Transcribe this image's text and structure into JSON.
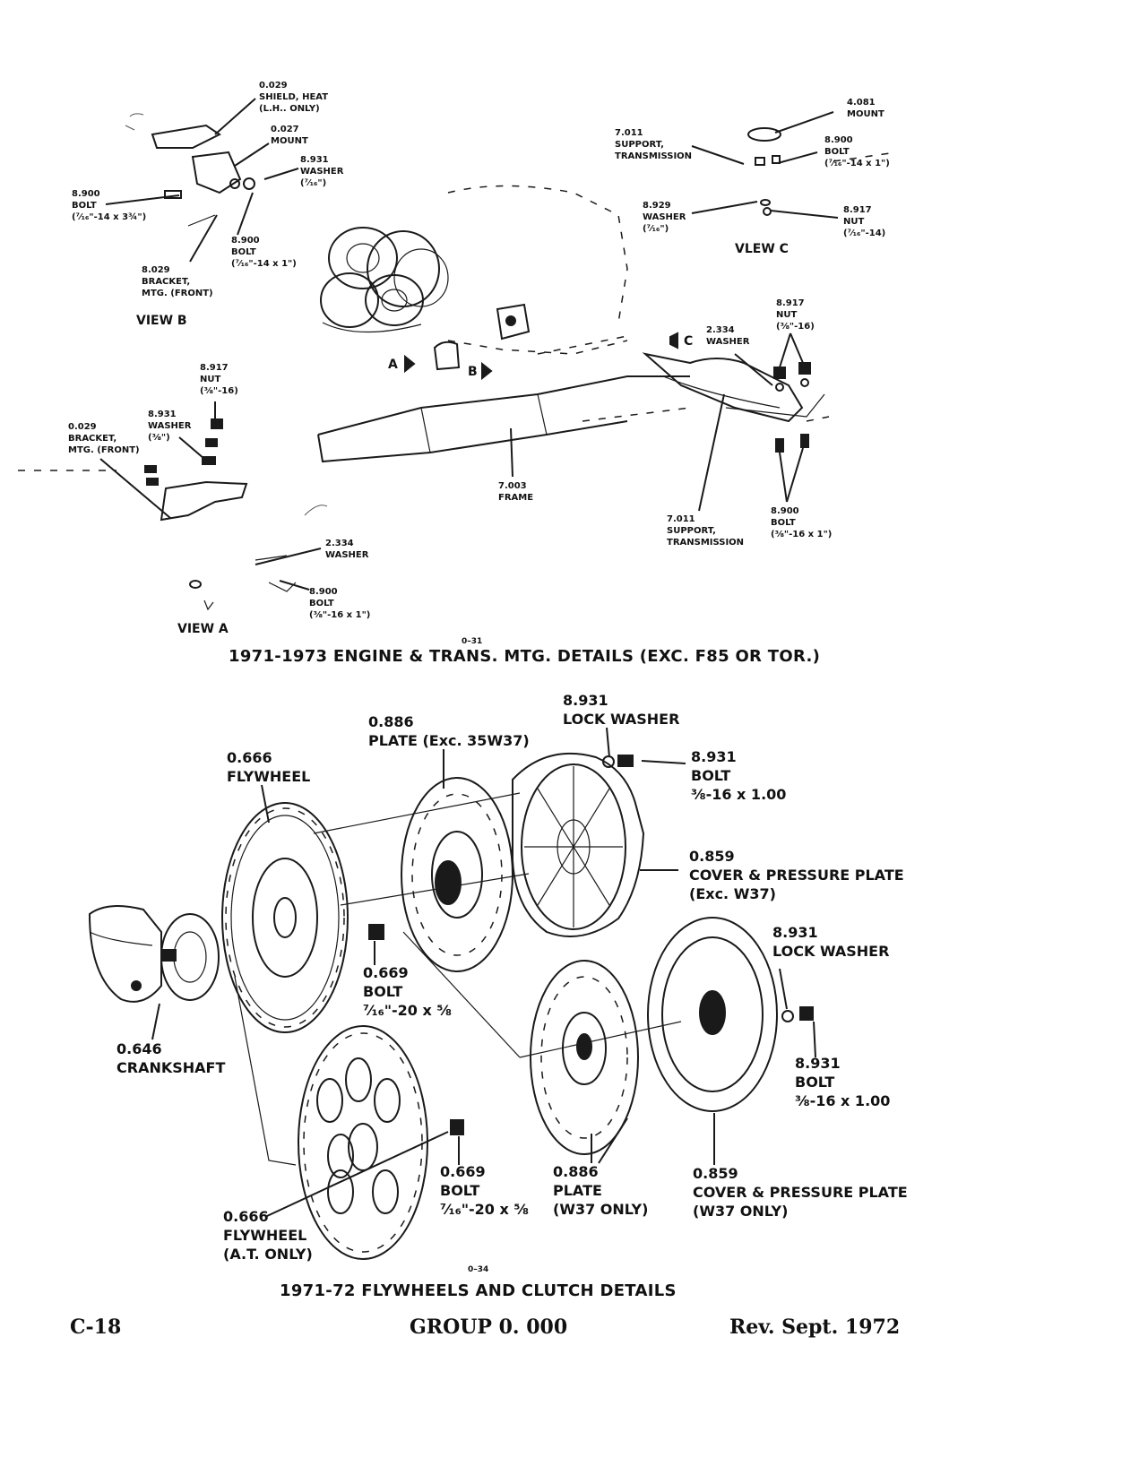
{
  "top_figure": {
    "labels": {
      "shield_heat": "0.029\nSHIELD, HEAT\n(L.H.. ONLY)",
      "mount_b": "0.027\nMOUNT",
      "washer_b": "8.931\nWASHER\n(⁷⁄₁₆\")",
      "bolt_b_long": "8.900\nBOLT\n(⁷⁄₁₆\"-14 x 3¾\")",
      "bolt_b_short": "8.900\nBOLT\n(⁷⁄₁₆\"-14 x 1\")",
      "bracket_b": "8.029\nBRACKET,\nMTG. (FRONT)",
      "view_b": "VIEW B",
      "support_c": "7.011\nSUPPORT,\nTRANSMISSION",
      "mount_c": "4.081\nMOUNT",
      "bolt_c": "8.900\nBOLT\n(⁷⁄₁₆\"-14 x 1\")",
      "washer_c": "8.929\nWASHER\n(⁷⁄₁₆\")",
      "nut_c": "8.917\nNUT\n(⁷⁄₁₆\"-14)",
      "view_c": "VLEW C",
      "nut_right": "8.917\nNUT\n(⅜\"-16)",
      "washer_right": "2.334\nWASHER",
      "arrow_a": "A",
      "arrow_b": "B",
      "arrow_c": "C",
      "nut_a": "8.917\nNUT\n(⅜\"-16)",
      "washer_a_top": "8.931\nWASHER\n(⅜\")",
      "bracket_a": "0.029\nBRACKET,\nMTG. (FRONT)",
      "frame": "7.003\nFRAME",
      "support_trans": "7.011\nSUPPORT,\nTRANSMISSION",
      "bolt_right": "8.900\nBOLT\n(⅜\"-16 x 1\")",
      "washer_a": "2.334\nWASHER",
      "bolt_a": "8.900\nBOLT\n(⅜\"-16 x 1\")",
      "view_a": "VIEW A"
    },
    "plate_code": "0–31",
    "caption": "1971-1973 ENGINE & TRANS. MTG. DETAILS (EXC. F85 OR TOR.)"
  },
  "bottom_figure": {
    "labels": {
      "lock_washer_top": "8.931\nLOCK WASHER",
      "plate_exc": "0.886\nPLATE (Exc. 35W37)",
      "flywheel": "0.666\nFLYWHEEL",
      "bolt_top": "8.931\nBOLT\n⅜-16 x 1.00",
      "cover_exc": "0.859\nCOVER & PRESSURE PLATE\n(Exc. W37)",
      "lock_washer_bottom": "8.931\nLOCK WASHER",
      "bolt_flywheel": "0.669\nBOLT\n⁷⁄₁₆\"-20 x ⅝",
      "crankshaft": "0.646\nCRANKSHAFT",
      "bolt_bottom": "8.931\nBOLT\n⅜-16 x 1.00",
      "bolt_flexplate": "0.669\nBOLT\n⁷⁄₁₆\"-20 x ⅝",
      "plate_w37": "0.886\nPLATE\n(W37 ONLY)",
      "cover_w37": "0.859\nCOVER & PRESSURE PLATE\n(W37 ONLY)",
      "flywheel_at": "0.666\nFLYWHEEL\n(A.T. ONLY)"
    },
    "plate_code": "0–34",
    "caption": "1971-72 FLYWHEELS AND CLUTCH DETAILS"
  },
  "footer": {
    "page": "C-18",
    "group": "GROUP 0. 000",
    "revision": "Rev. Sept.  1972"
  }
}
